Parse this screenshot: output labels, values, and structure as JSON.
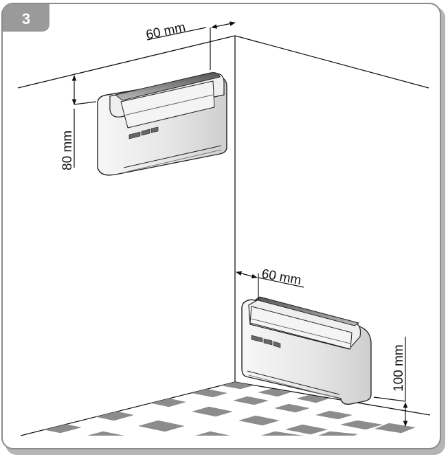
{
  "figure": {
    "step_number": "3"
  },
  "dimensions": {
    "top_side": "60 mm",
    "top_ceiling": "80 mm",
    "bottom_side": "60 mm",
    "bottom_floor": "100 mm"
  },
  "colors": {
    "frame_border": "#8a8a8a",
    "badge_fill": "#9a9a9a",
    "floor_tile_dark": "#8c8c8c",
    "unit_body": "#ececec",
    "line": "#111111"
  }
}
